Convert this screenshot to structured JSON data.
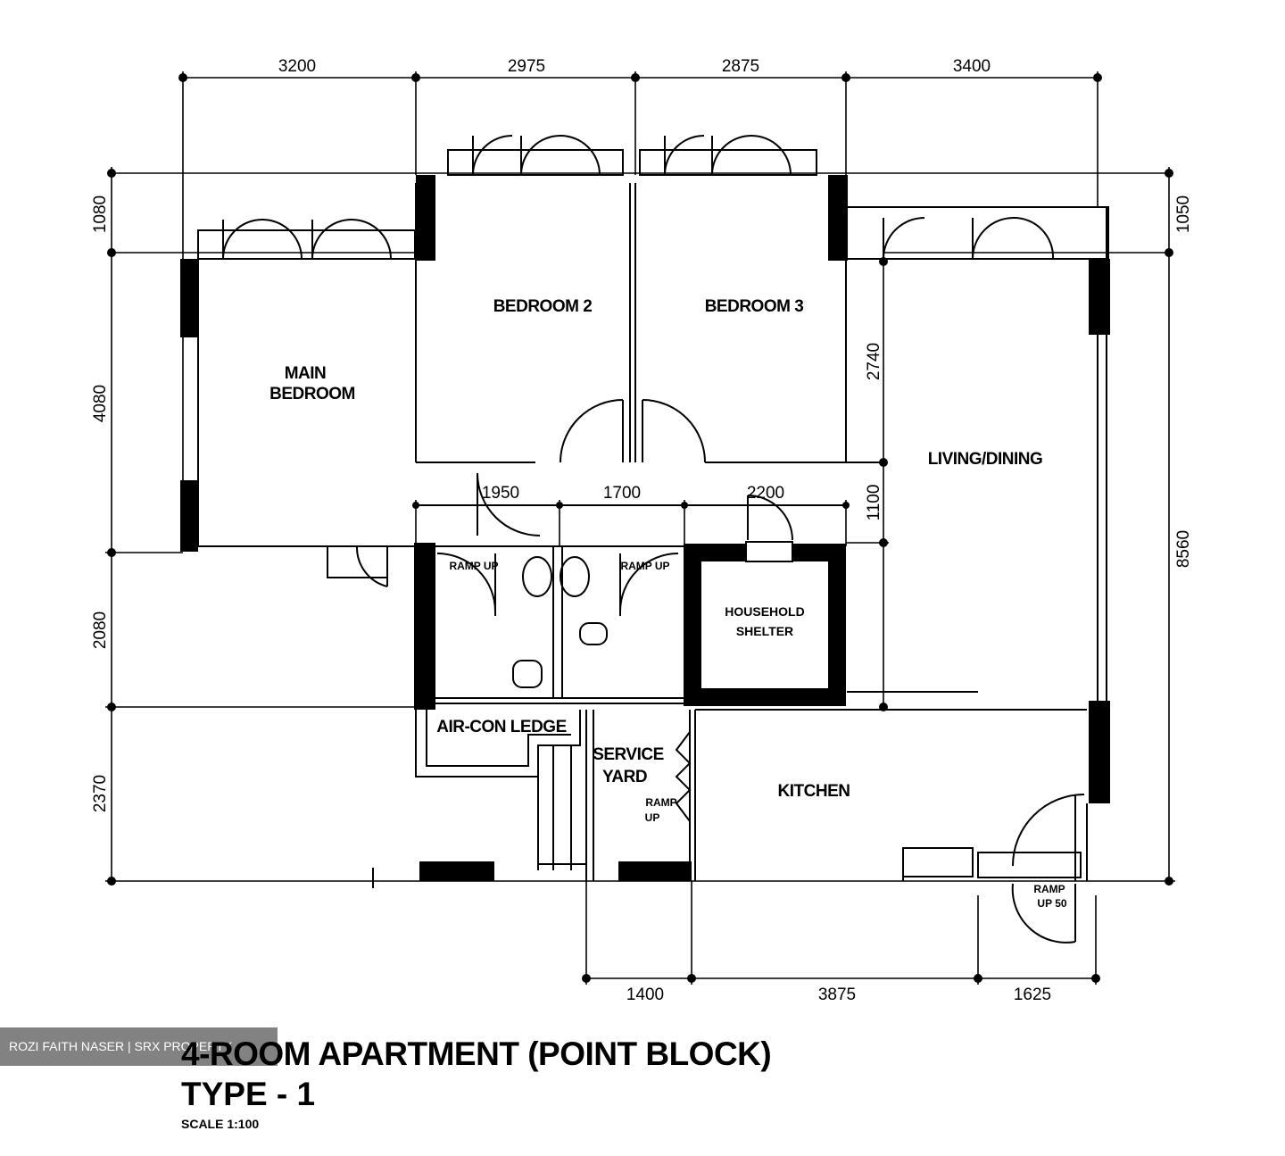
{
  "dimensions": {
    "top": [
      "3200",
      "2975",
      "2875",
      "3400"
    ],
    "bottom": [
      "1400",
      "3875",
      "1625"
    ],
    "left": [
      "1080",
      "4080",
      "2080",
      "2370"
    ],
    "right_overall": "8560",
    "right_top": "1050",
    "inner_row": [
      "1950",
      "1700",
      "2200"
    ],
    "inner_vertical": [
      "2740",
      "1100"
    ]
  },
  "rooms": {
    "main_bedroom_line1": "MAIN",
    "main_bedroom_line2": "BEDROOM",
    "bedroom2": "BEDROOM 2",
    "bedroom3": "BEDROOM 3",
    "living_dining": "LIVING/DINING",
    "aircon_ledge": "AIR-CON LEDGE",
    "service_yard_line1": "SERVICE",
    "service_yard_line2": "YARD",
    "kitchen": "KITCHEN"
  },
  "annotations": {
    "ramp_up_left": "RAMP UP",
    "ramp_up_right": "RAMP UP",
    "ramp_up_yard_line1": "RAMP",
    "ramp_up_yard_line2": "UP",
    "ramp_up50_line1": "RAMP",
    "ramp_up50_line2": "UP 50"
  },
  "watermark": "ROZI FAITH NASER | SRX PROPERTY",
  "title": "4-ROOM APARTMENT (POINT BLOCK)",
  "subtitle": "TYPE - 1",
  "scale": "SCALE 1:100"
}
